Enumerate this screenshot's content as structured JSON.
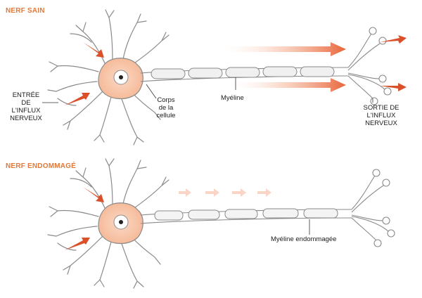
{
  "diagram": {
    "title_healthy": "NERF SAIN",
    "title_damaged": "NERF ENDOMMAGÉ",
    "label_input_line1": "ENTRÉE DE",
    "label_input_line2": "L'INFLUX",
    "label_input_line3": "NERVEUX",
    "label_body_line1": "Corps",
    "label_body_line2": "de la",
    "label_body_line3": "cellule",
    "label_myelin": "Myéline",
    "label_output_line1": "SORTIE DE",
    "label_output_line2": "L'INFLUX",
    "label_output_line3": "NERVEUX",
    "label_damaged_myelin": "Myéline endommagée"
  },
  "colors": {
    "arrow": "#d9502a",
    "cell_body": "#f7c9b0",
    "nucleus": "#ffffff",
    "membrane": "#8a8a8a",
    "title": "#e07a3c"
  }
}
